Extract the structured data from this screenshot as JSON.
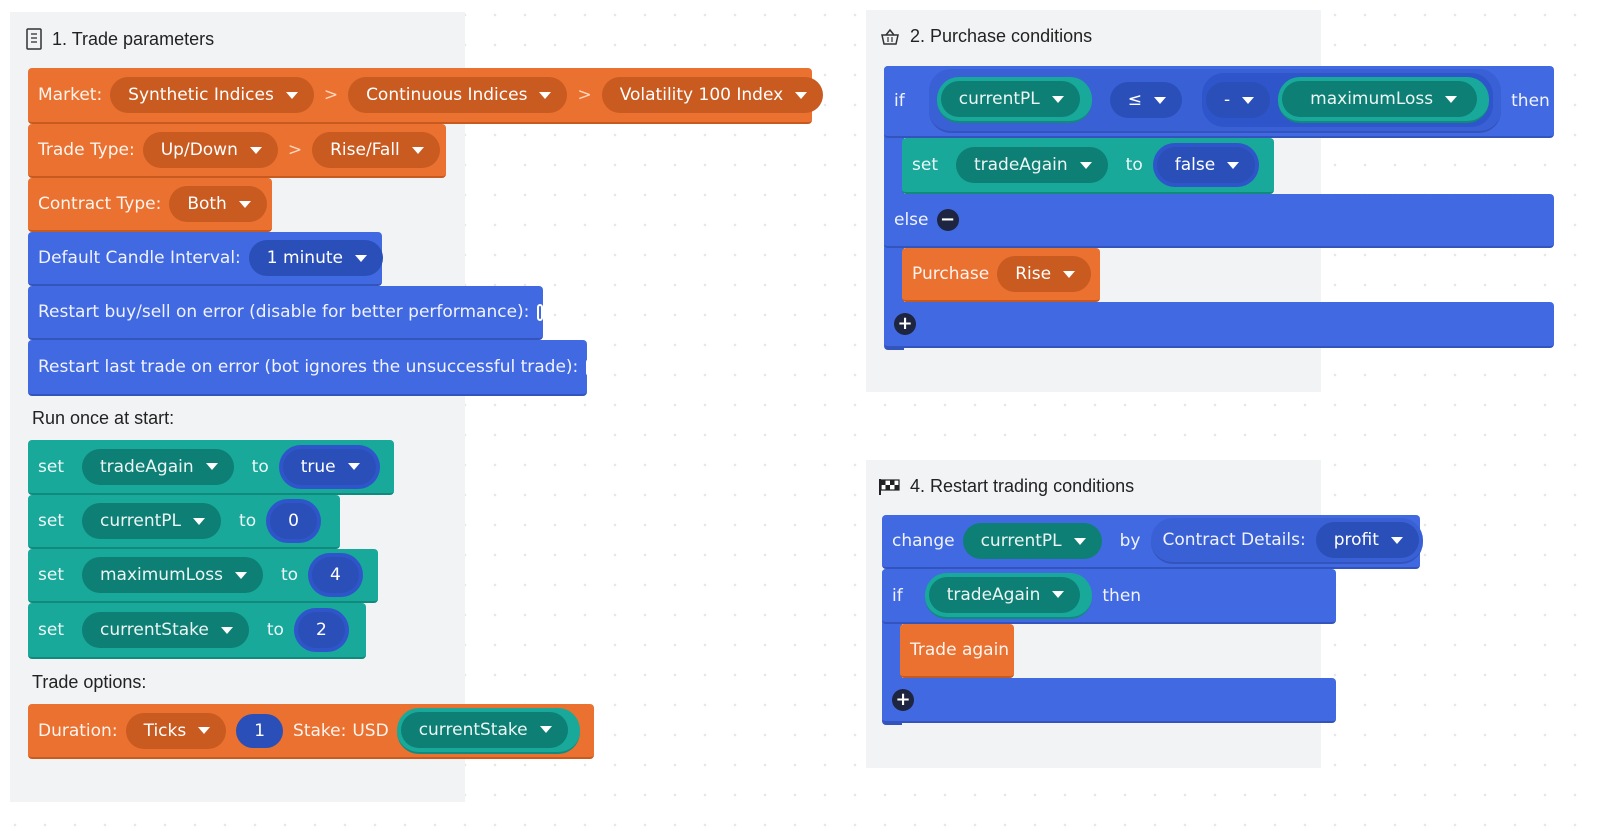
{
  "trade_parameters": {
    "title": "1. Trade parameters",
    "market": {
      "label": "Market:",
      "values": [
        "Synthetic Indices",
        "Continuous Indices",
        "Volatility 100 Index"
      ],
      "separator": ">"
    },
    "trade_type": {
      "label": "Trade Type:",
      "values": [
        "Up/Down",
        "Rise/Fall"
      ]
    },
    "contract_type": {
      "label": "Contract Type:",
      "value": "Both"
    },
    "candle_interval": {
      "label": "Default Candle Interval:",
      "value": "1 minute"
    },
    "restart_buy_sell": {
      "label": "Restart buy/sell on error (disable for better performance):",
      "checked": false
    },
    "restart_last_trade": {
      "label": "Restart last trade on error (bot ignores the unsuccessful trade):",
      "checked": true
    },
    "run_once_label": "Run once at start:",
    "variables": [
      {
        "set_label": "set",
        "name": "tradeAgain",
        "to_label": "to",
        "value": "true"
      },
      {
        "set_label": "set",
        "name": "currentPL",
        "to_label": "to",
        "value": "0"
      },
      {
        "set_label": "set",
        "name": "maximumLoss",
        "to_label": "to",
        "value": "4"
      },
      {
        "set_label": "set",
        "name": "currentStake",
        "to_label": "to",
        "value": "2"
      }
    ],
    "trade_options_label": "Trade options:",
    "trade_options": {
      "duration_label": "Duration:",
      "duration_unit": "Ticks",
      "duration_value": "1",
      "stake_label": "Stake:",
      "currency": "USD",
      "stake_var": "currentStake"
    }
  },
  "purchase_conditions": {
    "title": "2. Purchase conditions",
    "if_label": "if",
    "left_var": "currentPL",
    "operator": "≤",
    "negate": "-",
    "right_var": "maximumLoss",
    "then_label": "then",
    "set_label": "set",
    "set_var": "tradeAgain",
    "to_label": "to",
    "set_value": "false",
    "else_label": "else",
    "purchase_label": "Purchase",
    "purchase_value": "Rise"
  },
  "restart_conditions": {
    "title": "4. Restart trading conditions",
    "change_label": "change",
    "change_var": "currentPL",
    "by_label": "by",
    "contract_details_label": "Contract Details:",
    "contract_details_value": "profit",
    "if_label": "if",
    "if_var": "tradeAgain",
    "then_label": "then",
    "trade_again_label": "Trade again"
  },
  "colors": {
    "orange": "#ea7130",
    "blue": "#4169e1",
    "teal": "#18a99b",
    "panel": "#f2f3f5"
  }
}
